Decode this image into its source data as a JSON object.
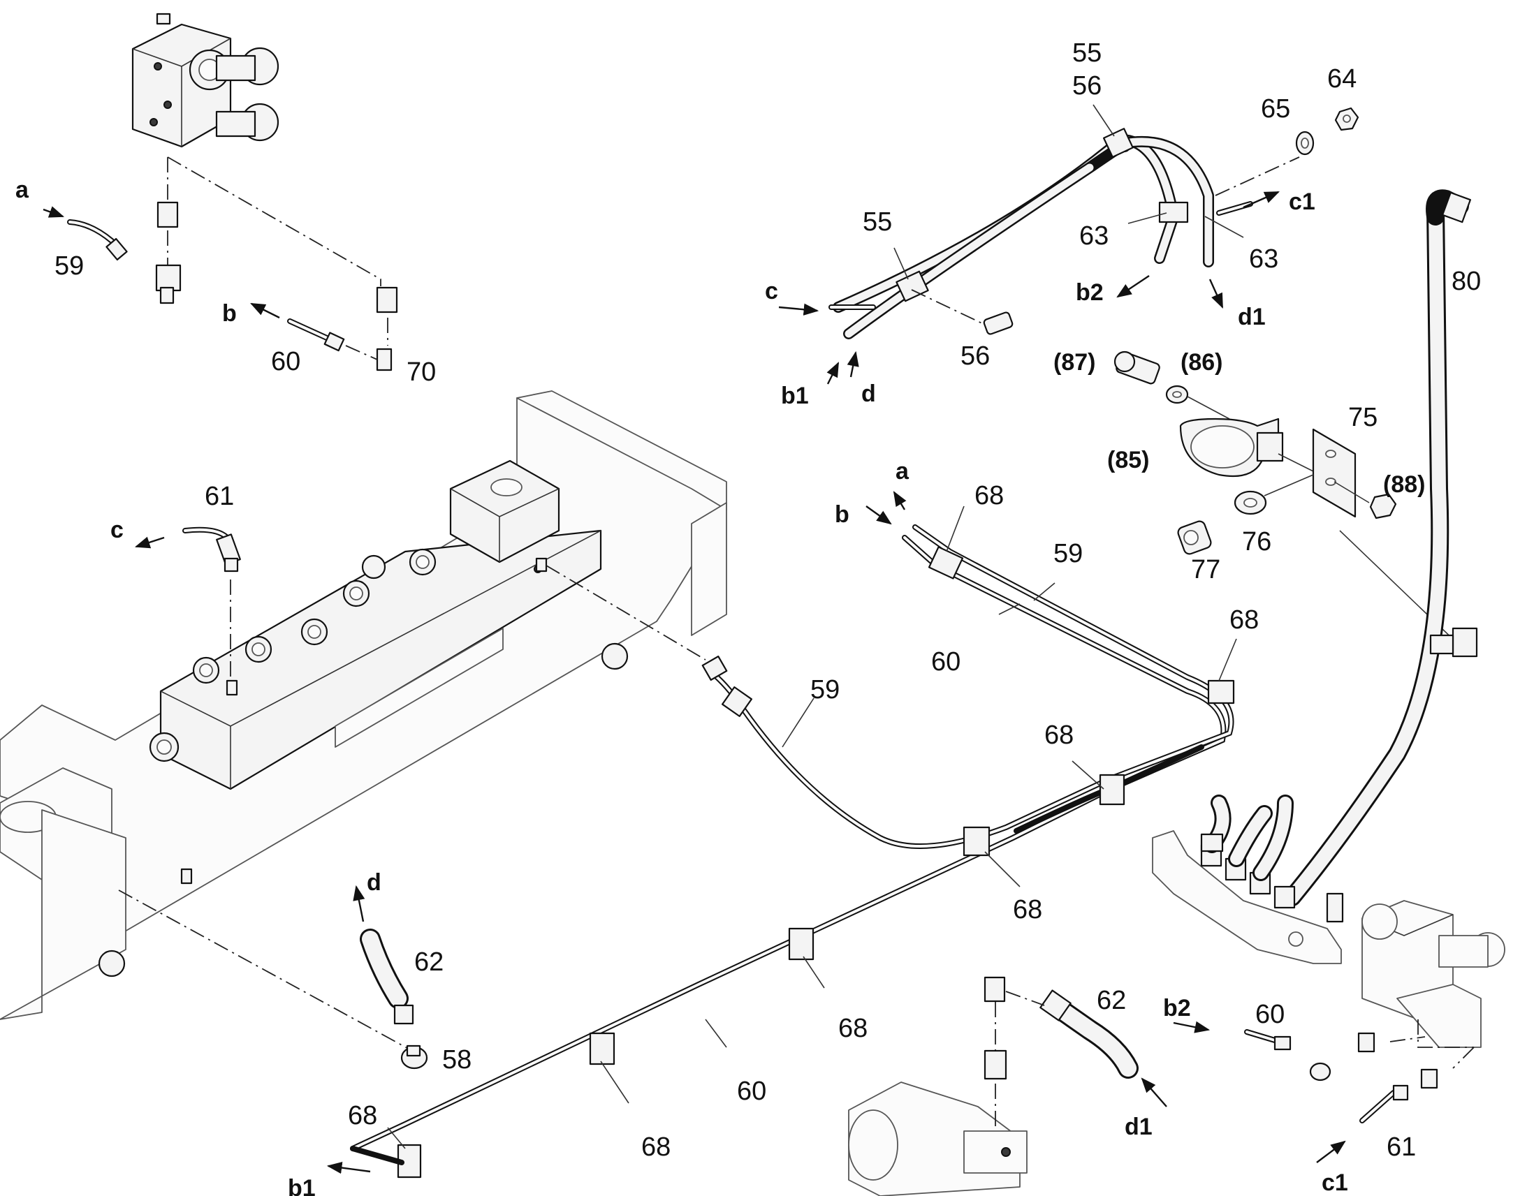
{
  "callouts": {
    "n59a": "59",
    "n60a": "60",
    "n70": "70",
    "n55a": "55",
    "n56a": "56",
    "n55b": "55",
    "n56b": "56",
    "n65": "65",
    "n64": "64",
    "n63a": "63",
    "n63b": "63",
    "n80": "80",
    "n87": "(87)",
    "n86": "(86)",
    "n85": "(85)",
    "n75": "75",
    "n88": "(88)",
    "n76": "76",
    "n77": "77",
    "n61a": "61",
    "n68a": "68",
    "n59b": "59",
    "n60b": "60",
    "n68b": "68",
    "n59c": "59",
    "n68c": "68",
    "n68d": "68",
    "n62a": "62",
    "n58": "58",
    "n68e": "68",
    "n60c": "60",
    "n68f": "68",
    "n68g": "68",
    "n62b": "62",
    "n60d": "60",
    "n61b": "61"
  },
  "connections": {
    "a1": "a",
    "b1": "b",
    "c1top": "c",
    "c1label": "c1",
    "b2": "b2",
    "d1top": "d1",
    "b1top": "b1",
    "dtop": "d",
    "a2": "a",
    "b3": "b",
    "c2": "c",
    "d2": "d",
    "b2low": "b2",
    "d1low": "d1",
    "b1low": "b1",
    "c1low": "c1"
  }
}
